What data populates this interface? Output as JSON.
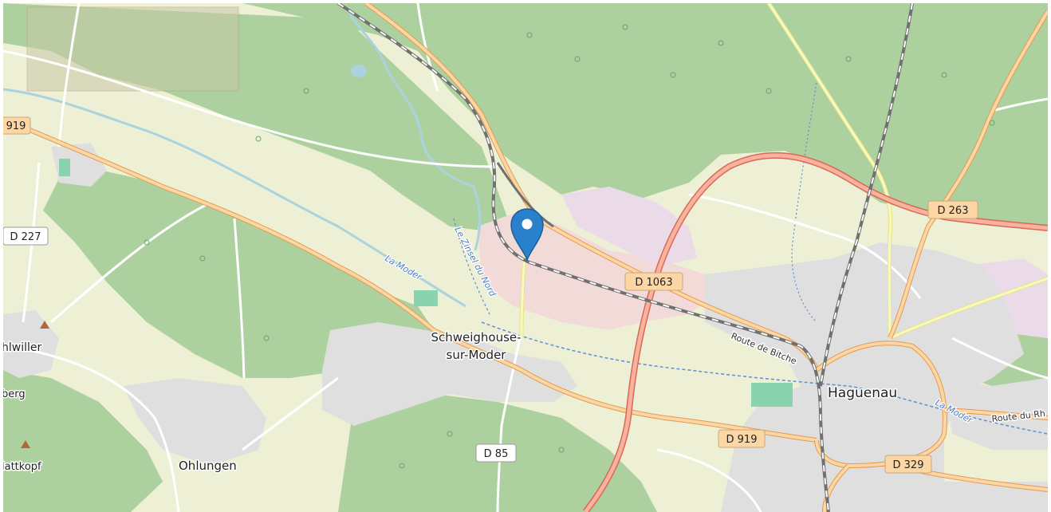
{
  "map": {
    "places": {
      "schweighouse_line1": "Schweighouse-",
      "schweighouse_line2": "sur-Moder",
      "haguenau": "Haguenau",
      "ohlungen": "Ohlungen",
      "hlwiller": "hlwiller",
      "berg": "berg",
      "lattkopf": "lattkopf"
    },
    "road_shields": {
      "d919_west": "919",
      "d227": "D 227",
      "d1063": "D 1063",
      "d263": "D 263",
      "d919_south": "D 919",
      "d85": "D 85",
      "d329": "D 329"
    },
    "streets": {
      "route_de_bitche": "Route de Bitche",
      "route_du_rhin": "Route du Rh"
    },
    "waterways": {
      "la_moder_west": "La Moder",
      "la_moder_east": "La Moder",
      "le_zinsel_du_nord": "Le Zinsel du Nord"
    },
    "marker": {
      "name": "map-marker",
      "color": "#2a81cb"
    },
    "colors": {
      "forest": "#add19e",
      "farmland": "#eef0d5",
      "residential": "#e0dfdf",
      "commercial": "#f2dad9",
      "industrial": "#ebdbe8",
      "motorway_orange": "#fcd6a4",
      "trunk_red": "#f9b29c",
      "water": "#aad3df",
      "railway": "#777777"
    }
  }
}
